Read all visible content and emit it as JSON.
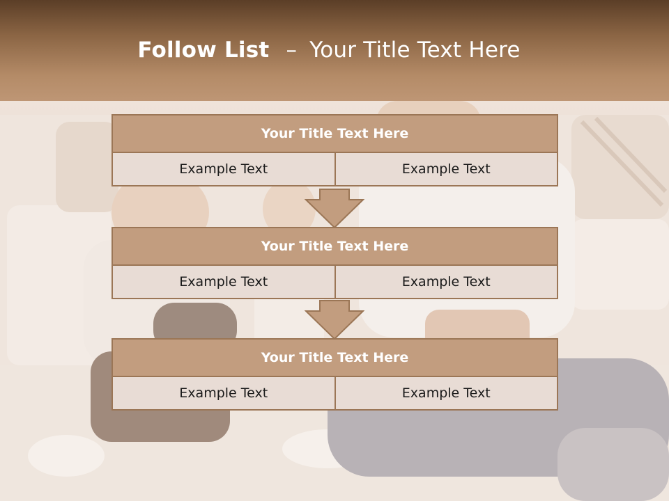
{
  "slide": {
    "title_bold": "Follow List",
    "title_dash": "–",
    "title_rest": "Your Title Text Here"
  },
  "blocks": [
    {
      "title": "Your Title Text Here",
      "left": "Example Text",
      "right": "Example Text"
    },
    {
      "title": "Your Title Text Here",
      "left": "Example Text",
      "right": "Example Text"
    },
    {
      "title": "Your Title Text Here",
      "left": "Example Text",
      "right": "Example Text"
    }
  ],
  "colors": {
    "header_dark": "#5b3e27",
    "header_light": "#be9675",
    "block_title_bg": "#c29d7f",
    "block_border": "#9b7656",
    "block_cell_bg": "#e8dcd5",
    "arrow_fill": "#c29d7f"
  }
}
